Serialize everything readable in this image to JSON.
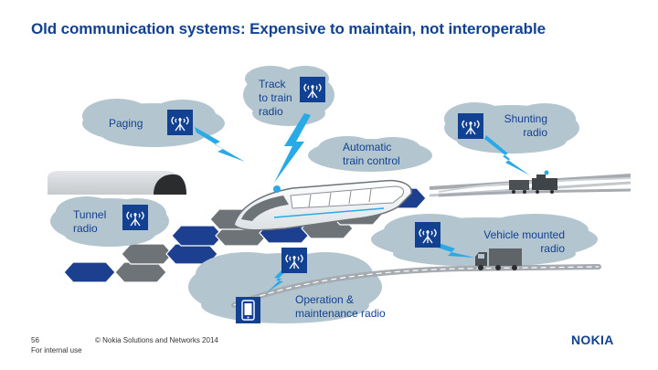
{
  "slide": {
    "title": "Old communication systems: Expensive to maintain, not interoperable",
    "labels": {
      "paging": "Paging",
      "track_to_train": [
        "Track",
        "to train",
        "radio"
      ],
      "automatic_train_control": [
        "Automatic",
        "train control"
      ],
      "shunting": [
        "Shunting",
        "radio"
      ],
      "tunnel": [
        "Tunnel",
        "radio"
      ],
      "vehicle_mounted": [
        "Vehicle mounted",
        "radio"
      ],
      "operation_maintenance": [
        "Operation &",
        "maintenance radio"
      ]
    },
    "footer": {
      "page_number": "56",
      "copyright": "© Nokia Solutions and Networks 2014",
      "classification": "For internal use",
      "logo": "NOKIA"
    }
  },
  "icons": [
    "radio-antenna-icon",
    "lightning-bolt-icon",
    "tablet-icon",
    "train-icon",
    "truck-icon",
    "tunnel-icon"
  ],
  "colors": {
    "title_blue": "#124191",
    "icon_blue": "#124191",
    "cloud_gray": "#b3c5cf",
    "bolt_blue": "#29a9e6",
    "dark_hex": "#1d3f8f",
    "gray_hex": "#6e7378"
  }
}
